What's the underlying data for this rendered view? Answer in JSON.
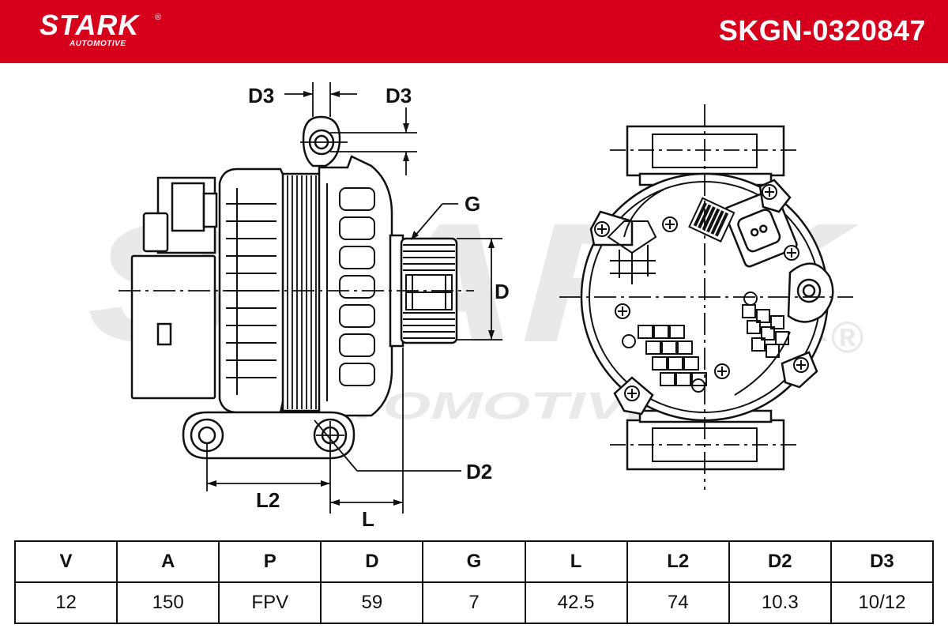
{
  "header": {
    "brand": "STARK",
    "brand_sub": "AUTOMOTIVE",
    "registered_mark": "®",
    "part_number": "SKGN-0320847",
    "colors": {
      "brand_red": "#d6001c",
      "text_white": "#ffffff"
    }
  },
  "watermark": {
    "brand": "STARK",
    "sub": "AUTOMOTIVE",
    "registered_mark": "®"
  },
  "dimension_labels": {
    "d3_left": "D3",
    "d3_right": "D3",
    "g": "G",
    "d": "D",
    "d2": "D2",
    "l2": "L2",
    "l": "L"
  },
  "spec_table": {
    "headers": [
      "V",
      "A",
      "P",
      "D",
      "G",
      "L",
      "L2",
      "D2",
      "D3"
    ],
    "values": [
      "12",
      "150",
      "FPV",
      "59",
      "7",
      "42.5",
      "74",
      "10.3",
      "10/12"
    ]
  }
}
